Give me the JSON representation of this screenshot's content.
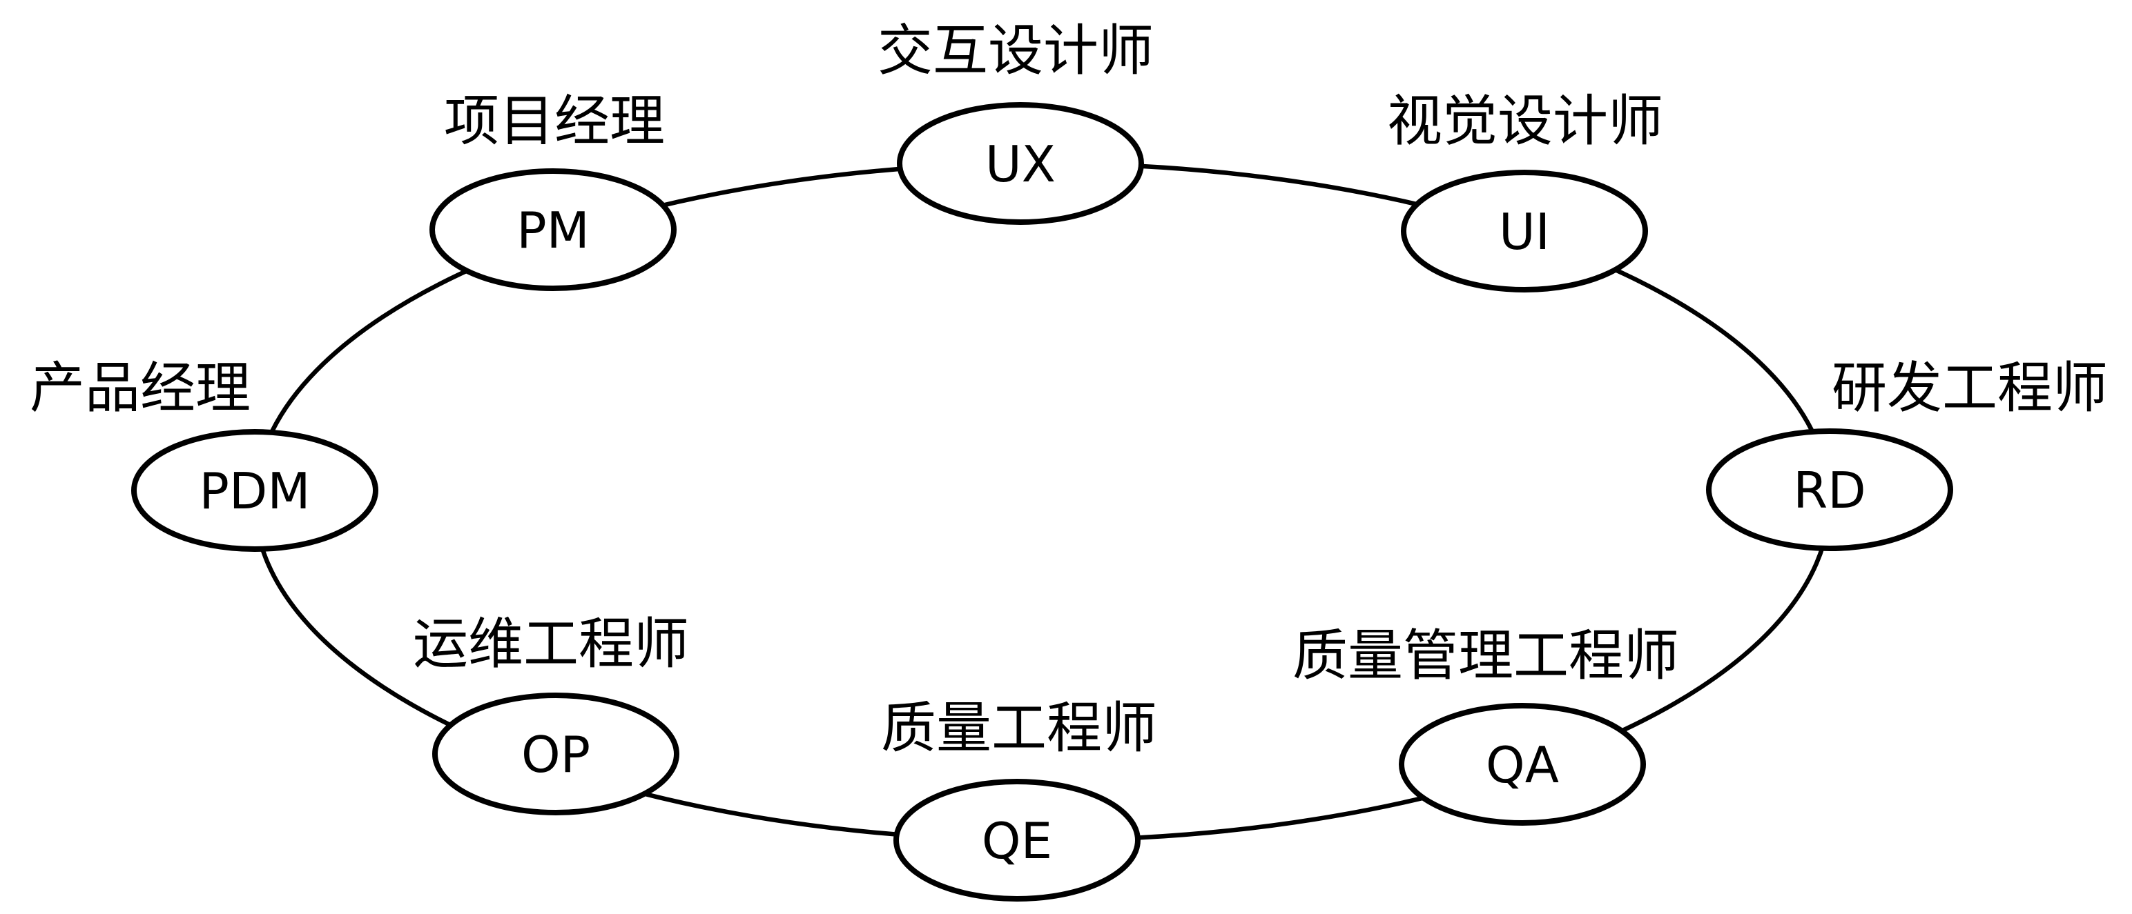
{
  "diagram": {
    "type": "circular-cycle-topology",
    "background_color": "#ffffff",
    "line_color": "#000000",
    "node_fill_color": "#ffffff",
    "nodes": [
      {
        "id": "UX",
        "label": "交互设计师"
      },
      {
        "id": "UI",
        "label": "视觉设计师"
      },
      {
        "id": "RD",
        "label": "研发工程师"
      },
      {
        "id": "QA",
        "label": "质量管理工程师"
      },
      {
        "id": "QE",
        "label": "质量工程师"
      },
      {
        "id": "OP",
        "label": "运维工程师"
      },
      {
        "id": "PDM",
        "label": "产品经理"
      },
      {
        "id": "PM",
        "label": "项目经理"
      }
    ],
    "edges": [
      {
        "from": "UX",
        "to": "UI"
      },
      {
        "from": "UI",
        "to": "RD"
      },
      {
        "from": "RD",
        "to": "QA"
      },
      {
        "from": "QA",
        "to": "QE"
      },
      {
        "from": "QE",
        "to": "OP"
      },
      {
        "from": "OP",
        "to": "PDM"
      },
      {
        "from": "PDM",
        "to": "PM"
      },
      {
        "from": "PM",
        "to": "UX"
      }
    ]
  }
}
